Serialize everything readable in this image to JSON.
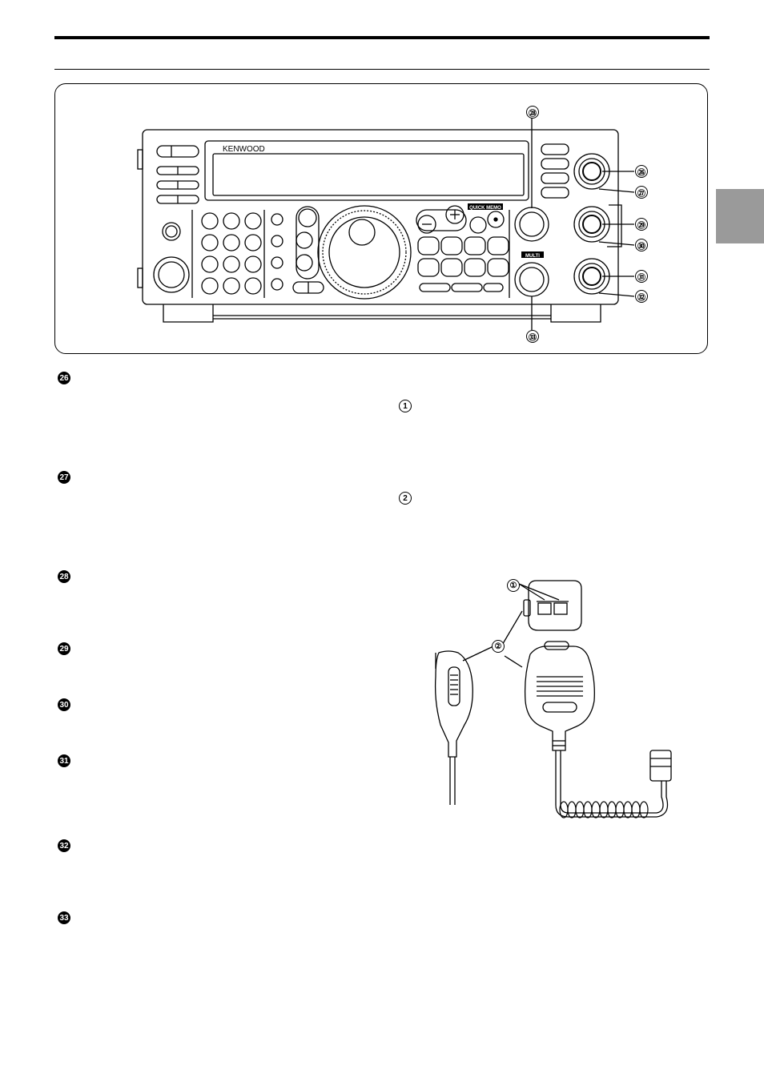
{
  "brand": "KENWOOD",
  "panel": {
    "quick_memo_label": "QUICK MEMO",
    "multi_label": "MULTI"
  },
  "callouts": {
    "c26": "㉖",
    "c27": "㉗",
    "c28": "㉘",
    "c29": "㉙",
    "c30": "㉚",
    "c31": "㉛",
    "c32": "㉜",
    "c33": "㉝"
  },
  "mic_callouts": {
    "m1": "①",
    "m2": "②"
  },
  "items_left": [
    "26",
    "27",
    "28",
    "29",
    "30",
    "31",
    "32",
    "33"
  ],
  "items_right": [
    "1",
    "2"
  ]
}
